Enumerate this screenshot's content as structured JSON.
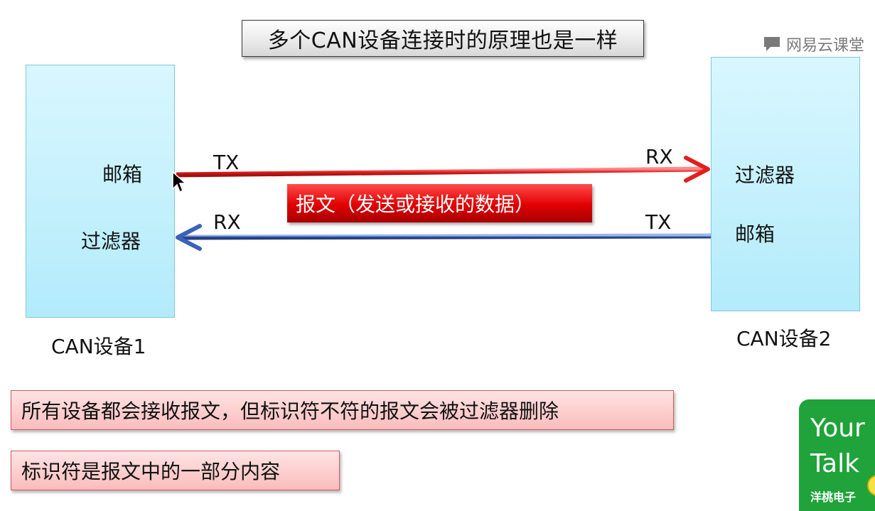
{
  "title": "多个CAN设备连接时的原理也是一样",
  "watermark": {
    "text": "网易云课堂",
    "icon": "chat-bubble-icon"
  },
  "device1": {
    "label": "CAN设备1",
    "mailbox": "邮箱",
    "filter": "过滤器"
  },
  "device2": {
    "label": "CAN设备2",
    "mailbox": "邮箱",
    "filter": "过滤器"
  },
  "arrows": {
    "top": {
      "from_label": "TX",
      "to_label": "RX",
      "color": "#e02020"
    },
    "bottom": {
      "from_label": "TX",
      "to_label": "RX",
      "color": "#3a62b8"
    }
  },
  "message": "报文（发送或接收的数据）",
  "notes": [
    "所有设备都会接收报文，但标识符不符的报文会被过滤器删除",
    "标识符是报文中的一部分内容"
  ],
  "logo": {
    "line1": "Your",
    "line2": "Talk",
    "sub": "洋桃电子",
    "color": "#1fa33a"
  }
}
